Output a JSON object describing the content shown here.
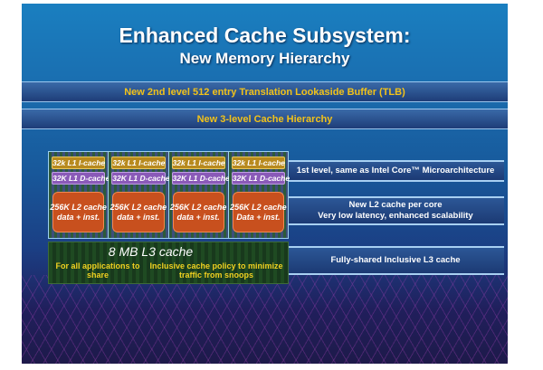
{
  "slide": {
    "title": "Enhanced Cache Subsystem:",
    "subtitle": "New Memory Hierarchy",
    "bars": [
      "New 2nd level 512 entry Translation Lookaside Buffer (TLB)",
      "New 3-level Cache Hierarchy"
    ],
    "cores": [
      {
        "l1i": "32k L1 I-cache",
        "l1d": "32K L1 D-cache",
        "l2_line1": "256K L2 cache",
        "l2_line2": "data + inst."
      },
      {
        "l1i": "32k L1 I-cache",
        "l1d": "32K L1 D-cache",
        "l2_line1": "256K L2 cache",
        "l2_line2": "data + inst."
      },
      {
        "l1i": "32k L1 I-cache",
        "l1d": "32K L1 D-cache",
        "l2_line1": "256K L2 cache",
        "l2_line2": "data + inst."
      },
      {
        "l1i": "32k L1 I-cache",
        "l1d": "32K L1 D-cache",
        "l2_line1": "256K L2 cache",
        "l2_line2": "Data + inst."
      }
    ],
    "l3": {
      "title": "8 MB L3 cache",
      "left_note": "For all applications to share",
      "right_note": "Inclusive cache policy to minimize traffic from snoops"
    },
    "notes": {
      "level1": "1st level, same as Intel Core™ Microarchitecture",
      "level2_line1": "New L2 cache per core",
      "level2_line2": "Very low latency, enhanced scalability",
      "level3": "Fully-shared Inclusive L3 cache"
    }
  }
}
